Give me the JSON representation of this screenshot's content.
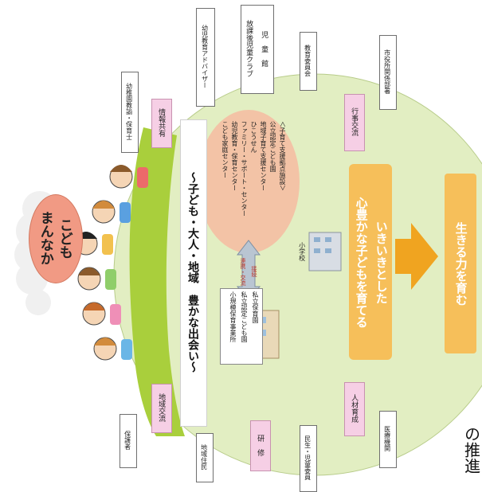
{
  "title_top": "こども",
  "title_bottom": "まんなか",
  "headline": "～子ども・大人・地域　豊かな出会い～",
  "outer_labels": {
    "nursery_staff": "幼稚園教諭・保育士",
    "advisor": "幼児教育アドバイザー",
    "children_hall_1": "児　童　館",
    "children_hall_2": "放課後児童クラブ",
    "education_board": "教育委員会",
    "city_hall": "市役所関係部署",
    "guardians": "保護者",
    "residents": "地域住民",
    "welfare": "民生・児童委員",
    "medical": "医療機関"
  },
  "pink_labels": {
    "info_share": "情報共有",
    "event": "行事交流",
    "regional": "地域交流",
    "training": "研　修",
    "human_dev": "人材育成"
  },
  "support_center": {
    "heading": "＜子育て支援拠点施設＞",
    "lines": [
      "公立認定こども園",
      "地域子育て支援センター",
      "ひこうせん",
      "ファミリー・サポート・センター",
      "幼児教育・保育センター",
      "こども家庭センター"
    ]
  },
  "private_box": [
    "私立保育園",
    "私立認定こども園",
    "小規模保育事業所"
  ],
  "exchange_label_1": "連携・交流",
  "exchange_label_2": "接続",
  "school_label": "小学校",
  "main_goal_1": "いきいきとした",
  "main_goal_2": "心豊かな子どもを育てる",
  "final_goal": "生きる力を育む",
  "margin_text": "の推進",
  "colors": {
    "green_circle": "#e2eec2",
    "grass": "#a9cf3c",
    "peach": "#f3c3a6",
    "orange_box": "#f6bf5a",
    "pink": "#f6cfe5",
    "headline_bg": "#ffffff",
    "arrow": "#f0a420"
  }
}
